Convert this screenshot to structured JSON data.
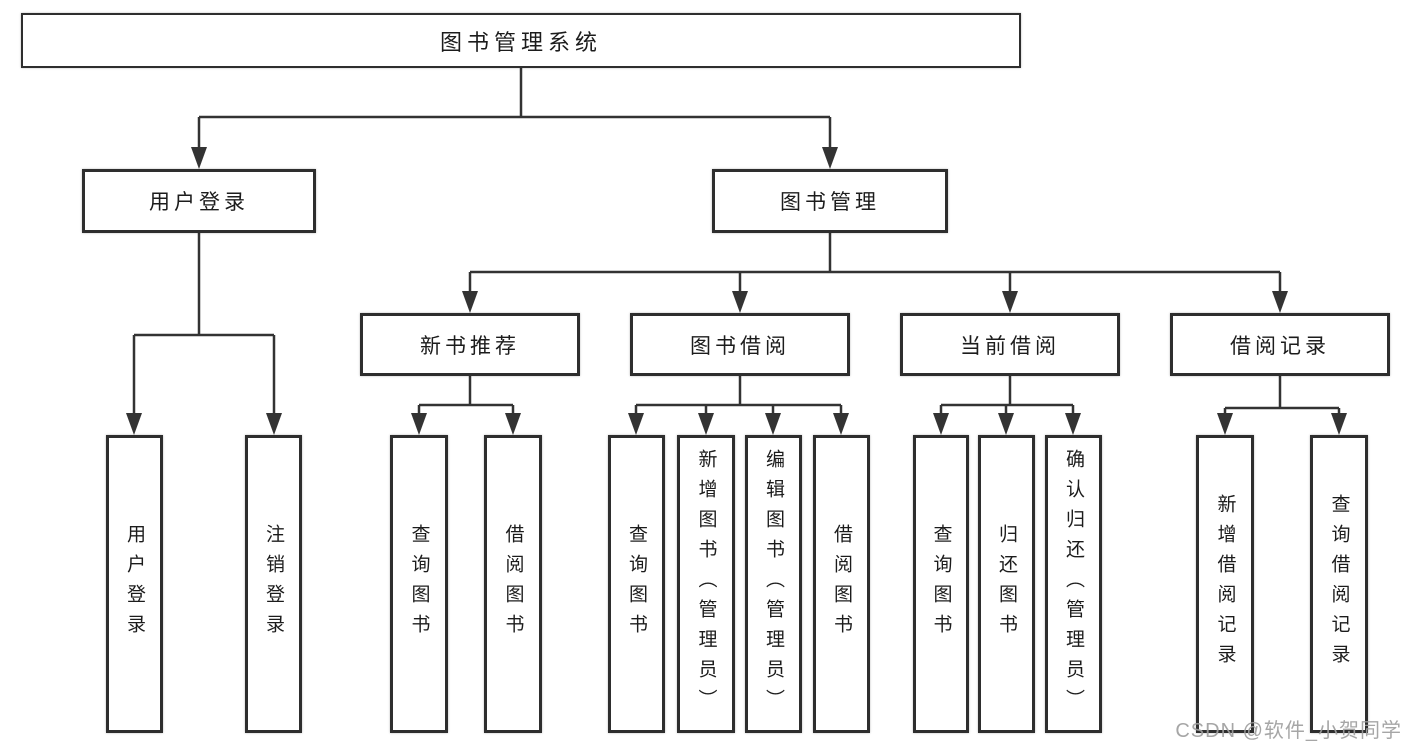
{
  "watermark": "CSDN @软件_小贺同学",
  "colors": {
    "line": "#333333",
    "box_border": "#2e2e2e",
    "text": "#1c1c1c",
    "background": "#ffffff",
    "watermark": "#9e9e9e"
  },
  "tree": {
    "label": "图书管理系统",
    "children": [
      {
        "label": "用户登录",
        "children": [
          {
            "label": "用户登录"
          },
          {
            "label": "注销登录"
          }
        ]
      },
      {
        "label": "图书管理",
        "children": [
          {
            "label": "新书推荐",
            "children": [
              {
                "label": "查询图书"
              },
              {
                "label": "借阅图书"
              }
            ]
          },
          {
            "label": "图书借阅",
            "children": [
              {
                "label": "查询图书"
              },
              {
                "label": "新增图书（管理员）"
              },
              {
                "label": "编辑图书（管理员）"
              },
              {
                "label": "借阅图书"
              }
            ]
          },
          {
            "label": "当前借阅",
            "children": [
              {
                "label": "查询图书"
              },
              {
                "label": "归还图书"
              },
              {
                "label": "确认归还（管理员）"
              }
            ]
          },
          {
            "label": "借阅记录",
            "children": [
              {
                "label": "新增借阅记录"
              },
              {
                "label": "查询借阅记录"
              }
            ]
          }
        ]
      }
    ]
  }
}
